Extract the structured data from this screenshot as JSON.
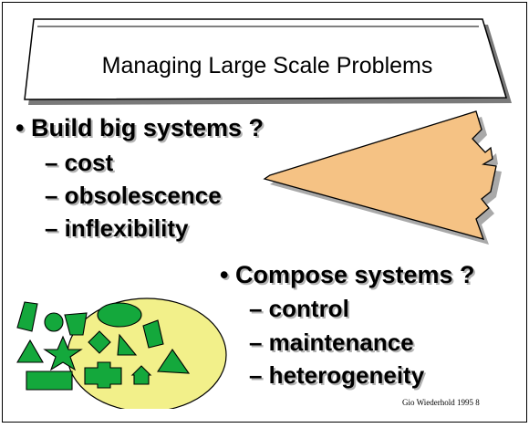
{
  "slide": {
    "title": "Managing Large Scale Problems",
    "bullets": [
      {
        "text": "• Build big systems ?",
        "subitems": [
          "– cost",
          "– obsolescence",
          "– inflexibility"
        ]
      },
      {
        "text": "• Compose systems ?",
        "subitems": [
          "– control",
          "– maintenance",
          "– heterogeneity"
        ]
      }
    ],
    "footnote": "Gio Wiederhold 1995  8"
  },
  "colors": {
    "wedge_fill": "#f5c284",
    "ellipse_fill": "#f2f08a",
    "shape_fill": "#14a83c",
    "text": "#000000"
  },
  "icons": [
    "puzzle-shapes-illustration",
    "wedge-arrow-illustration"
  ]
}
